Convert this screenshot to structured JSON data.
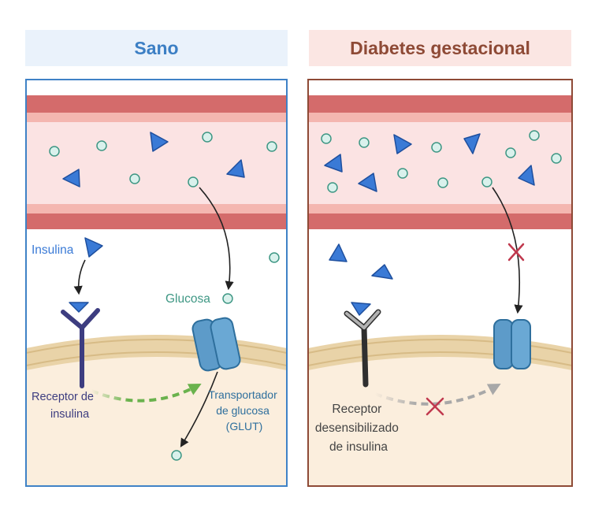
{
  "panels": {
    "healthy": {
      "title": "Sano",
      "insulin_label": "Insulina",
      "glucose_label": "Glucosa",
      "receptor_label": [
        "Receptor de",
        "insulina"
      ],
      "transporter_label": [
        "Transportador",
        "de glucosa",
        "(GLUT)"
      ]
    },
    "gestational": {
      "title": "Diabetes gestacional",
      "receptor_label": [
        "Receptor",
        "desensibilizado",
        "de insulina"
      ]
    }
  },
  "colors": {
    "healthy_title": "#3c7fc4",
    "gestational_title": "#8e4a36",
    "vessel_wall": "#d46b6b",
    "vessel_lumen": "#fbe3e3",
    "cytoplasm": "#fbeedd",
    "membrane": "#e8d2a7",
    "insulin": "#3a7ad6",
    "glucose": "#d9f1ec",
    "glut": "#5d9bc9",
    "receptor_healthy": "#3d3d80",
    "receptor_desensitized": "#9a9a9a",
    "signal_arrow": "#6ab24d",
    "block_mark": "#c0394e"
  },
  "icons": [
    "insulin-triangle-icon",
    "glucose-circle-icon",
    "glut-channel-icon",
    "insulin-receptor-icon",
    "block-x-icon"
  ]
}
